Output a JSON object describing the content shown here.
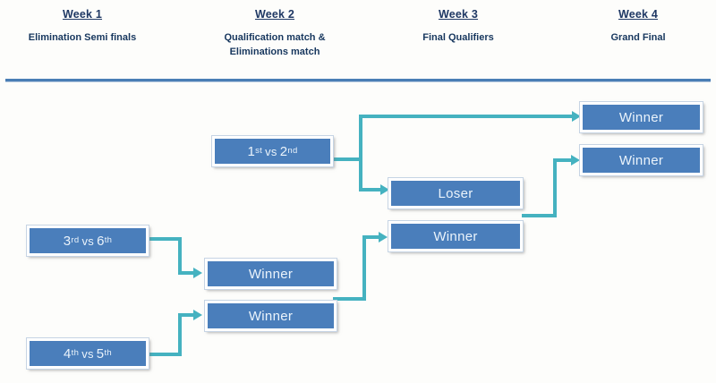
{
  "header": {
    "columns": [
      {
        "title": "Week 1",
        "subtitle": "Elimination Semi finals"
      },
      {
        "title": "Week 2",
        "subtitle": "Qualification match &\nEliminations match"
      },
      {
        "title": "Week 3",
        "subtitle": "Final Qualifiers"
      },
      {
        "title": "Week 4",
        "subtitle": "Grand Final"
      }
    ]
  },
  "colors": {
    "box_fill": "#4a7ebb",
    "box_border": "#ffffff",
    "connector": "#45b2c0",
    "header_rule": "#4a7eb5",
    "title_text": "#1f3864"
  },
  "nodes": {
    "w1_3v6": {
      "label": "3rd vs 6th",
      "ordinal_a": "3",
      "suffix_a": "rd",
      "vs": "vs",
      "ordinal_b": "6",
      "suffix_b": "th"
    },
    "w1_4v5": {
      "label": "4th vs 5th",
      "ordinal_a": "4",
      "suffix_a": "th",
      "vs": "vs",
      "ordinal_b": "5",
      "suffix_b": "th"
    },
    "w2_1v2": {
      "label": "1st vs 2nd",
      "ordinal_a": "1",
      "suffix_a": "st",
      "vs": "vs",
      "ordinal_b": "2",
      "suffix_b": "nd"
    },
    "w2_winner_top": {
      "label": "Winner"
    },
    "w2_winner_bottom": {
      "label": "Winner"
    },
    "w3_loser": {
      "label": "Loser"
    },
    "w3_winner": {
      "label": "Winner"
    },
    "w4_winner_top": {
      "label": "Winner"
    },
    "w4_winner_bottom": {
      "label": "Winner"
    }
  }
}
